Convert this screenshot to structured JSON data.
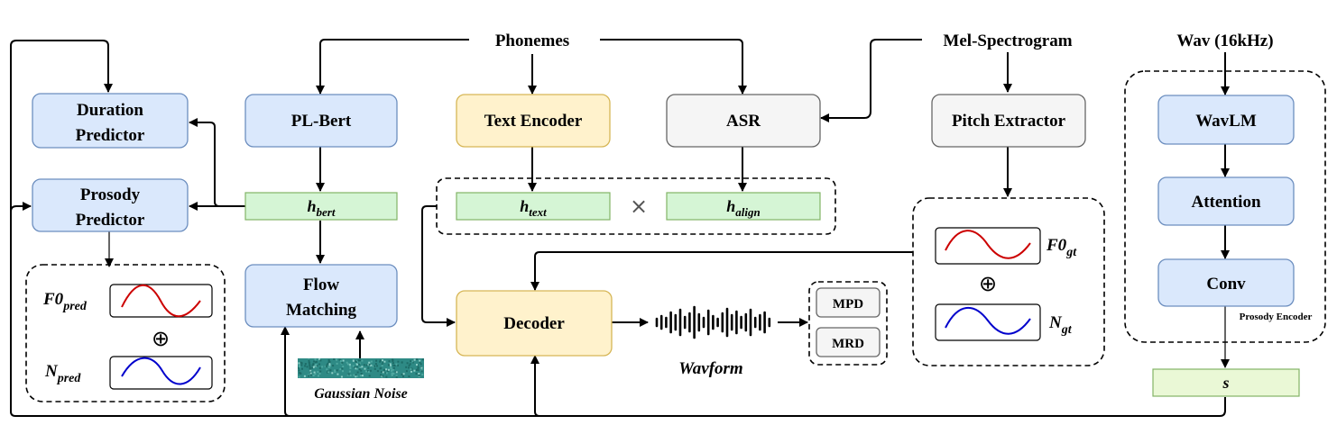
{
  "inputs": {
    "phonemes": "Phonemes",
    "mel": "Mel-Spectrogram",
    "wav": "Wav (16kHz)"
  },
  "modules": {
    "duration_predictor": [
      "Duration",
      "Predictor"
    ],
    "prosody_predictor": [
      "Prosody",
      "Predictor"
    ],
    "pl_bert": "PL-Bert",
    "text_encoder": "Text Encoder",
    "asr": "ASR",
    "pitch_extractor": "Pitch Extractor",
    "wavlm": "WavLM",
    "attention": "Attention",
    "conv": "Conv",
    "flow_matching": [
      "Flow",
      "Matching"
    ],
    "decoder": "Decoder",
    "mpd": "MPD",
    "mrd": "MRD"
  },
  "features": {
    "h_bert": {
      "base": "h",
      "sub": "bert"
    },
    "h_text": {
      "base": "h",
      "sub": "text"
    },
    "h_align": {
      "base": "h",
      "sub": "align"
    },
    "s": "s",
    "f0_pred": {
      "base": "F0",
      "sub": "pred"
    },
    "n_pred": {
      "base": "N",
      "sub": "pred"
    },
    "f0_gt": {
      "base": "F0",
      "sub": "gt"
    },
    "n_gt": {
      "base": "N",
      "sub": "gt"
    }
  },
  "labels": {
    "gaussian_noise": "Gaussian Noise",
    "waveform": "Wavform",
    "prosody_encoder": "Prosody Encoder",
    "times_symbol": "×",
    "oplus_symbol": "⊕"
  },
  "colors": {
    "blue_fill": "#dae8fc",
    "blue_stroke": "#6c8ebf",
    "yellow_fill": "#fff2cc",
    "yellow_stroke": "#d6b656",
    "gray_fill": "#f5f5f5",
    "gray_stroke": "#666666",
    "green_fill": "#d5f5d5",
    "green_stroke": "#82b366",
    "lightgreen_fill": "#eaf8d6",
    "red_wave": "#cc0000",
    "blue_wave": "#0000cc",
    "noise": "#2e8a85"
  }
}
